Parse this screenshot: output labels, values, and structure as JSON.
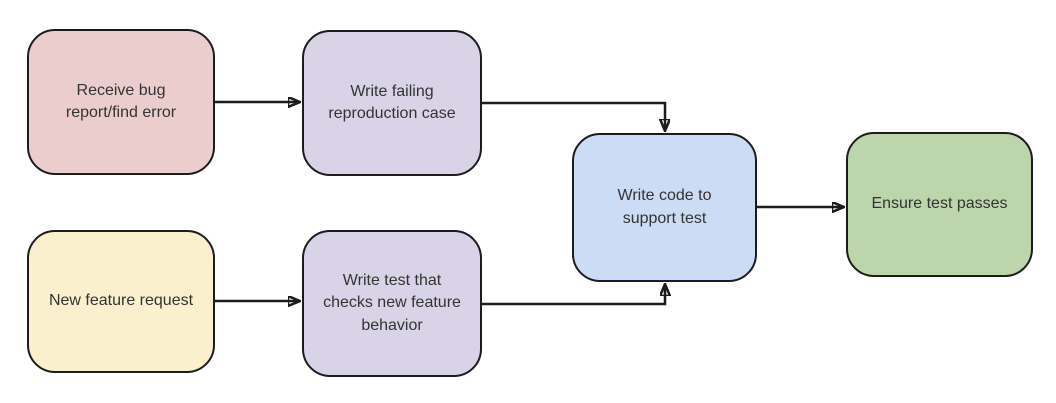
{
  "page": {
    "background": "#ffffff"
  },
  "diagram": {
    "type": "flowchart",
    "stroke_color": "#1c1c1c",
    "text_color": "#333333",
    "nodes": [
      {
        "id": "receive-bug-report",
        "label": "Receive bug report/find error",
        "fill": "#eccdcd"
      },
      {
        "id": "write-failing-reproduction-case",
        "label": "Write failing reproduction case",
        "fill": "#d8d3e6"
      },
      {
        "id": "new-feature-request",
        "label": "New feature request",
        "fill": "#faf0cd"
      },
      {
        "id": "write-test-checks-new-feature",
        "label": "Write test that checks new feature behavior",
        "fill": "#d8d3e6"
      },
      {
        "id": "write-code-to-support-test",
        "label": "Write code to support test",
        "fill": "#ccdcf4"
      },
      {
        "id": "ensure-test-passes",
        "label": "Ensure test passes",
        "fill": "#bcd5ab"
      }
    ],
    "edges": [
      {
        "from": "receive-bug-report",
        "to": "write-failing-reproduction-case"
      },
      {
        "from": "write-failing-reproduction-case",
        "to": "write-code-to-support-test"
      },
      {
        "from": "new-feature-request",
        "to": "write-test-checks-new-feature"
      },
      {
        "from": "write-test-checks-new-feature",
        "to": "write-code-to-support-test"
      },
      {
        "from": "write-code-to-support-test",
        "to": "ensure-test-passes"
      }
    ]
  }
}
